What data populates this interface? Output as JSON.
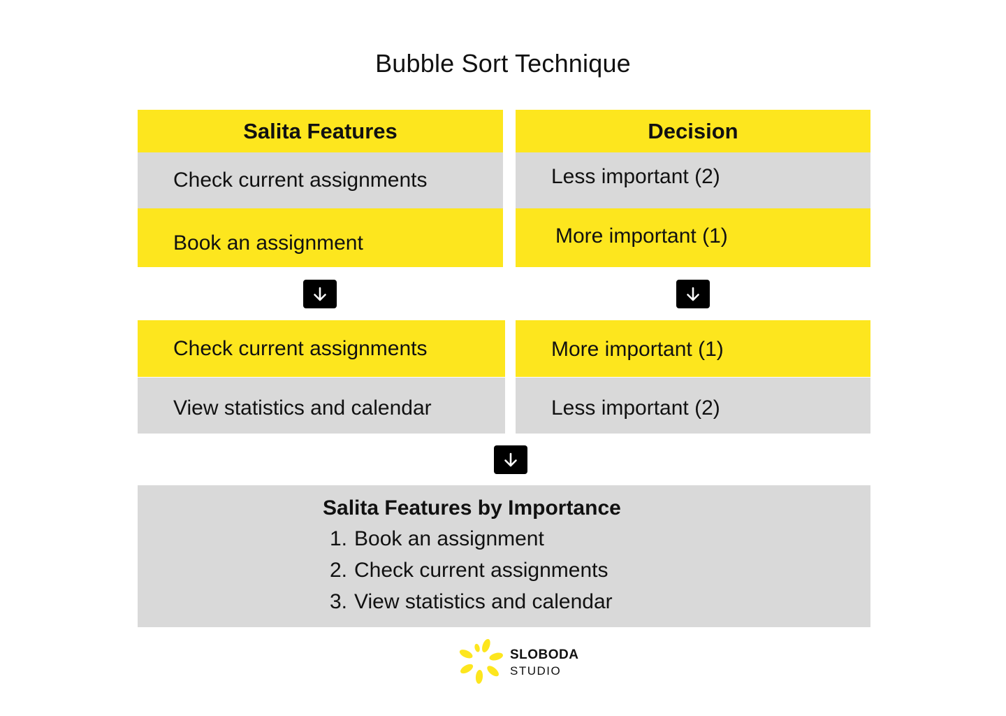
{
  "title": "Bubble Sort Technique",
  "colors": {
    "accent_yellow": "#fde61e",
    "row_grey": "#d9d9d9",
    "arrow_bg": "#000000"
  },
  "top_table": {
    "features_header": "Salita Features",
    "decision_header": "Decision",
    "rows": [
      {
        "feature": "Check current assignments",
        "decision": "Less important (2)"
      },
      {
        "feature": "Book an assignment",
        "decision": "More important (1)"
      }
    ]
  },
  "bottom_table": {
    "rows": [
      {
        "feature": "Check current assignments",
        "decision": "More important (1)"
      },
      {
        "feature": "View statistics and calendar",
        "decision": "Less important (2)"
      }
    ]
  },
  "icons": {
    "arrow": "arrow-down-icon",
    "logo": "flower-logo-icon"
  },
  "summary": {
    "title": "Salita Features by Importance",
    "items": [
      {
        "num": "1.",
        "text": "Book an assignment"
      },
      {
        "num": "2.",
        "text": "Check current assignments"
      },
      {
        "num": "3.",
        "text": "View statistics and calendar"
      }
    ]
  },
  "logo": {
    "line1": "SLOBODA",
    "line2": "STUDIO"
  }
}
